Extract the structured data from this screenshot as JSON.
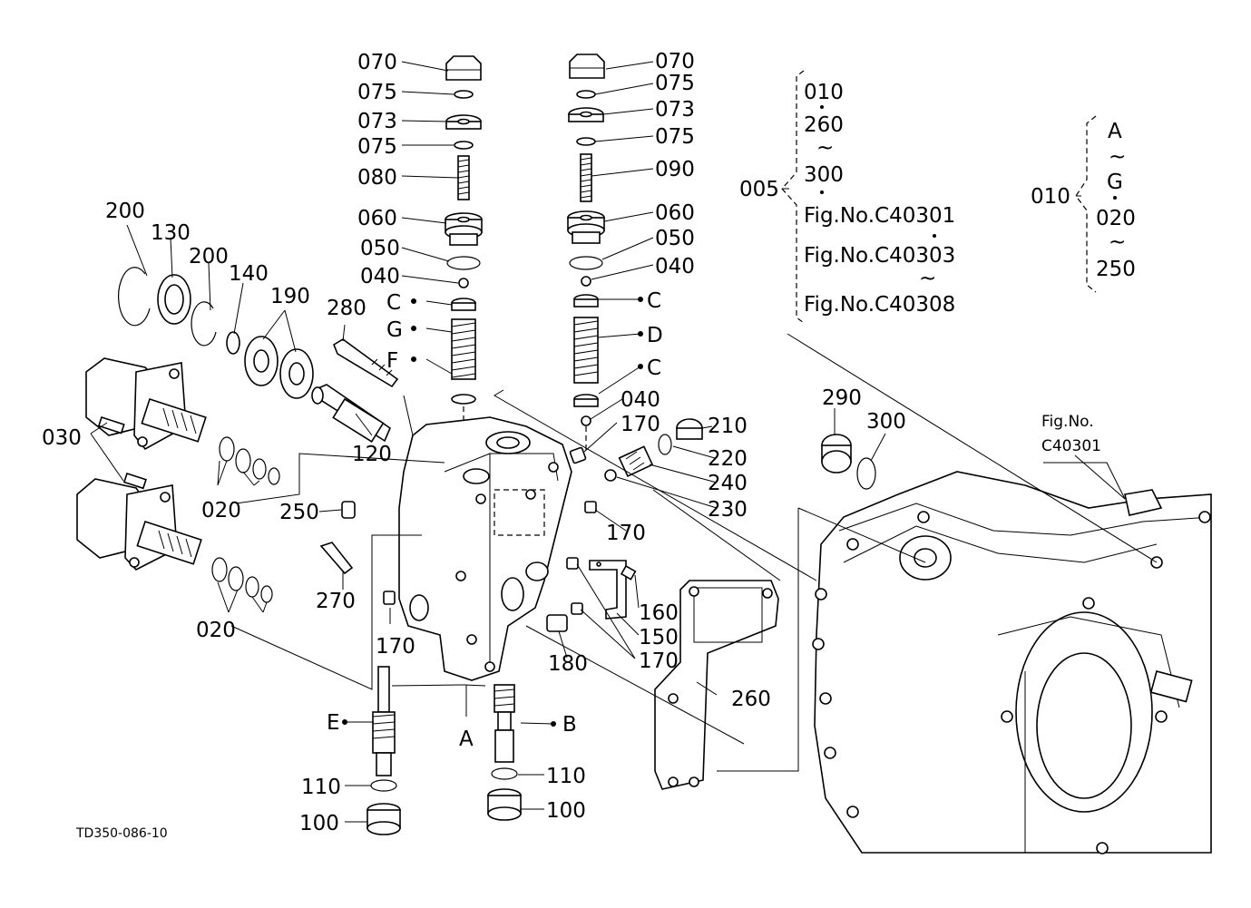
{
  "code": "TD350-086-10",
  "refs": {
    "top_left_070": "070",
    "top_left_075a": "075",
    "top_left_073": "073",
    "top_left_075b": "075",
    "top_left_080": "080",
    "top_left_060": "060",
    "top_left_050": "050",
    "top_left_040": "040",
    "top_left_C": "C",
    "top_left_G": "G",
    "top_left_F": "F",
    "top_right_070": "070",
    "top_right_075a": "075",
    "top_right_073": "073",
    "top_right_075b": "075",
    "top_right_090": "090",
    "top_right_060": "060",
    "top_right_050": "050",
    "top_right_040": "040",
    "top_right_C1": "C",
    "top_right_D": "D",
    "top_right_C2": "C",
    "top_right_040b": "040",
    "r200a": "200",
    "r130": "130",
    "r200b": "200",
    "r140": "140",
    "r190": "190",
    "r280": "280",
    "r030": "030",
    "r120": "120",
    "r020a": "020",
    "r250": "250",
    "r020b": "020",
    "r270": "270",
    "r170a": "170",
    "r210": "210",
    "r220": "220",
    "r240": "240",
    "r230": "230",
    "r170b": "170",
    "r160": "160",
    "r150": "150",
    "r170c": "170",
    "r180": "180",
    "r170d": "170",
    "r260": "260",
    "r290": "290",
    "r300": "300",
    "rE": "E",
    "rA": "A",
    "rB": "B",
    "r110a": "110",
    "r100a": "100",
    "r110b": "110",
    "r100b": "100"
  },
  "legend_005": {
    "key": "005",
    "lines": [
      "010",
      "260",
      "~",
      "300",
      "Fig.No.C40301",
      "Fig.No.C40303",
      "~",
      "Fig.No.C40308"
    ]
  },
  "legend_010": {
    "key": "010",
    "lines": [
      "A",
      "~",
      "G",
      "020",
      "~",
      "250"
    ]
  },
  "figref": {
    "line1": "Fig.No.",
    "line2": "C40301"
  }
}
